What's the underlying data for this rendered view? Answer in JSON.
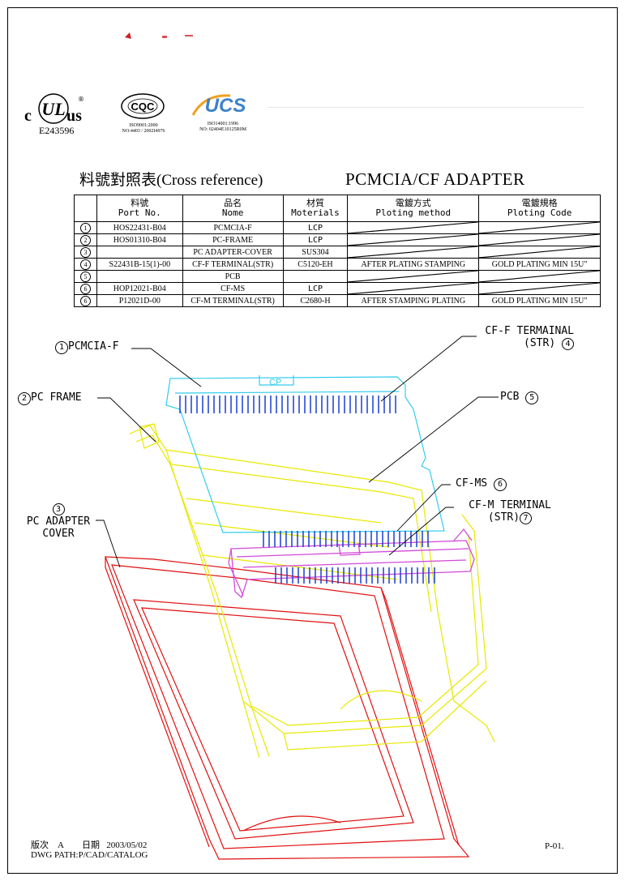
{
  "logos": {
    "ul": {
      "c": "c",
      "us": "us",
      "reg": "®",
      "code": "E243596"
    },
    "cqc": {
      "mark": "CQC",
      "line1": "ISO9001:2000",
      "line2": "NO:4403 / 2002I4976"
    },
    "ucs": {
      "mark": "UCS",
      "line1": "ISO14001:1996",
      "line2": "NO: 02404E10125R0M"
    }
  },
  "titles": {
    "cross_reference": "料號對照表(Cross reference)",
    "product": "PCMCIA/CF  ADAPTER"
  },
  "table": {
    "headers": [
      {
        "cn": "",
        "en": ""
      },
      {
        "cn": "料號",
        "en": "Port No."
      },
      {
        "cn": "品名",
        "en": "Nome"
      },
      {
        "cn": "材質",
        "en": "Moterials"
      },
      {
        "cn": "電鍍方式",
        "en": "Ploting method"
      },
      {
        "cn": "電鍍規格",
        "en": "Ploting Code"
      }
    ],
    "rows": [
      {
        "idx": "1",
        "part": "HOS22431-B04",
        "name": "PCMCIA-F",
        "material": "LCP",
        "method": "",
        "code": ""
      },
      {
        "idx": "2",
        "part": "HOS01310-B04",
        "name": "PC-FRAME",
        "material": "LCP",
        "method": "",
        "code": ""
      },
      {
        "idx": "3",
        "part": "",
        "name": "PC ADAPTER-COVER",
        "material": "SUS304",
        "method": "",
        "code": ""
      },
      {
        "idx": "4",
        "part": "S22431B-15(1)-00",
        "name": "CF-F TERMINAL(STR)",
        "material": "C5120-EH",
        "method": "AFTER PLATING STAMPING",
        "code": "GOLD PLATING MIN 15U\""
      },
      {
        "idx": "5",
        "part": "",
        "name": "PCB",
        "material": "",
        "method": "",
        "code": ""
      },
      {
        "idx": "6",
        "part": "HOP12021-B04",
        "name": "CF-MS",
        "material": "LCP",
        "method": "",
        "code": ""
      },
      {
        "idx": "6",
        "part": "P12021D-00",
        "name": "CF-M TERMINAL(STR)",
        "material": "C2680-H",
        "method": "AFTER STAMPING PLATING",
        "code": "GOLD PLATING MIN 15U\""
      }
    ]
  },
  "callouts": {
    "c1_num": "1",
    "c1_text": "PCMCIA-F",
    "c2_num": "2",
    "c2_text": "PC FRAME",
    "c3_num": "3",
    "c3_line1": "PC ADAPTER",
    "c3_line2": "COVER",
    "c4_line1": "CF-F TERMAINAL",
    "c4_line2": "(STR)",
    "c4_num": "4",
    "c5_text": "PCB",
    "c5_num": "5",
    "c6_text": "CF-MS",
    "c6_num": "6",
    "c7_line1": "CF-M TERMINAL",
    "c7_line2": "(STR)",
    "c7_num": "7",
    "cp_mark": "CP"
  },
  "footer": {
    "version_label": "版次",
    "version": "A",
    "date_label": "日期",
    "date": "2003/05/02",
    "path": "DWG PATH:P/CAD/CATALOG",
    "page": "P-01."
  },
  "colors": {
    "pcmcia_f": "#33ccee",
    "terminal": "#1a3fd6",
    "frame": "#e8e800",
    "cover": "#e01010",
    "cf_ms": "#d24ad8"
  }
}
